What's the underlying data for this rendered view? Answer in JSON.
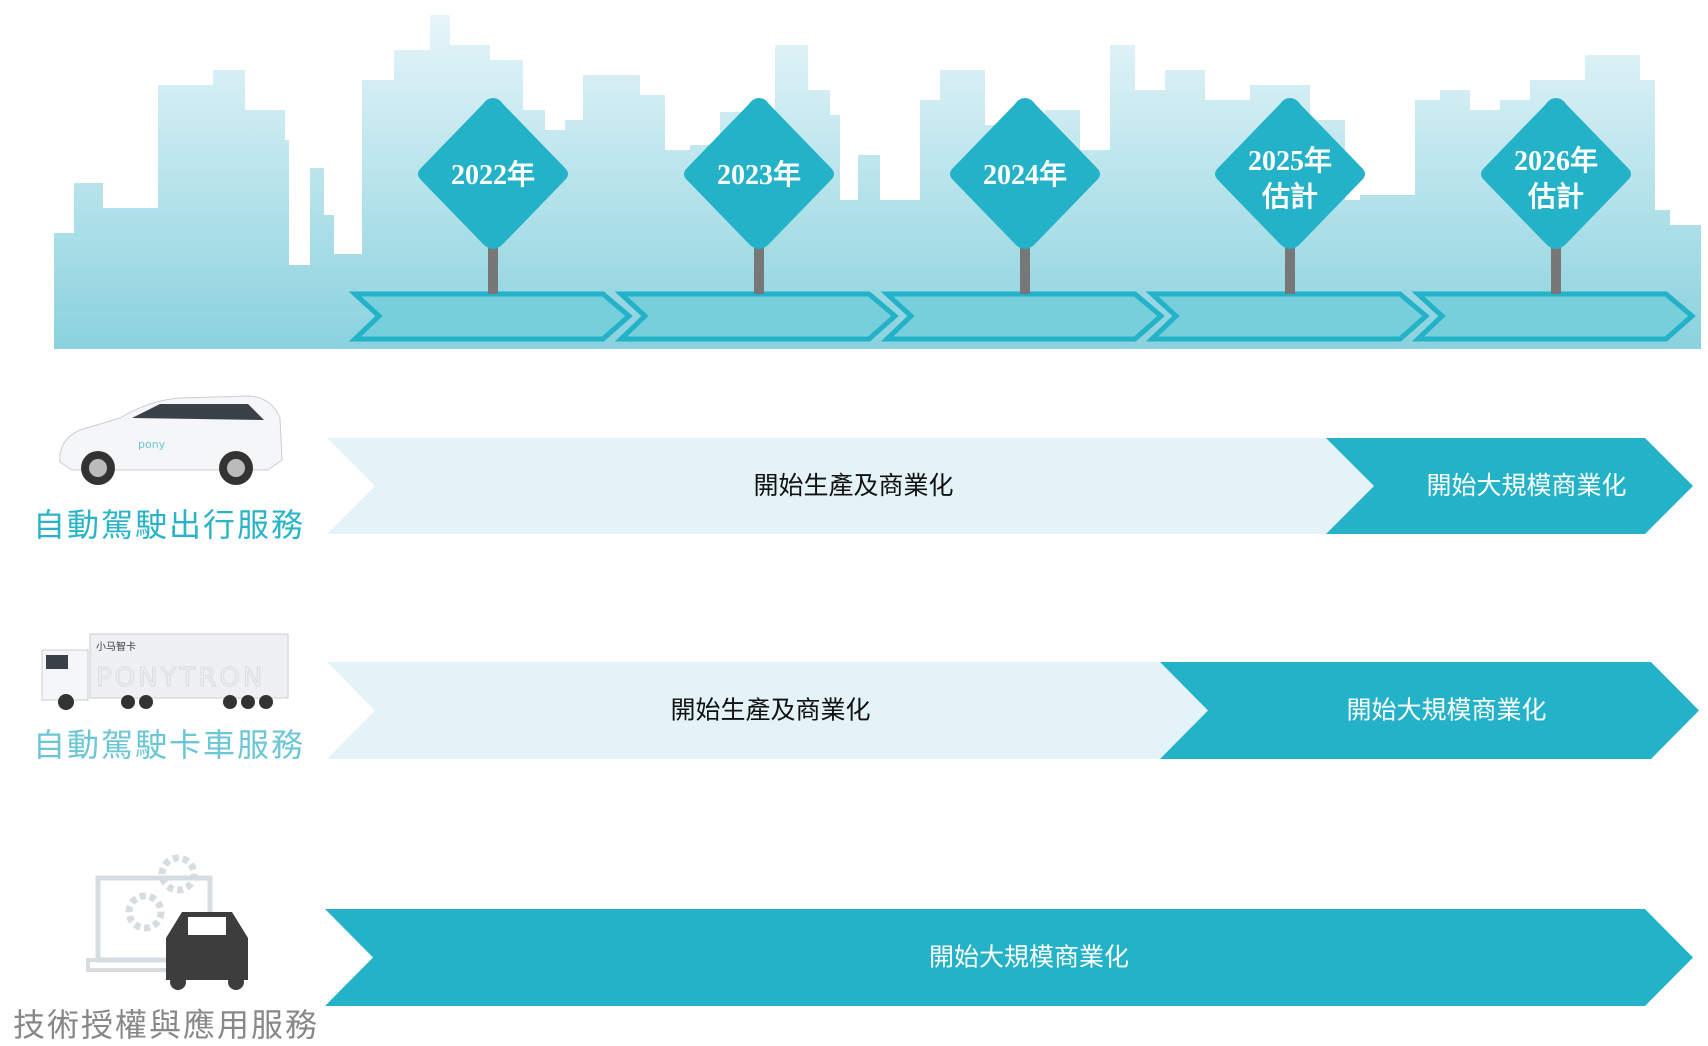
{
  "timeline": {
    "years": [
      {
        "line1": "2022年",
        "line2": ""
      },
      {
        "line1": "2023年",
        "line2": ""
      },
      {
        "line1": "2024年",
        "line2": ""
      },
      {
        "line1": "2025年",
        "line2": "估計"
      },
      {
        "line1": "2026年",
        "line2": "估計"
      }
    ]
  },
  "rows": [
    {
      "label": "自動駕駛出行服務",
      "icon": "robotaxi-van-image",
      "label_color": "#2bb3c8",
      "phases": [
        {
          "text": "開始生產及商業化",
          "style": "light"
        },
        {
          "text": "開始大規模商業化",
          "style": "dark"
        }
      ]
    },
    {
      "label": "自動駕駛卡車服務",
      "icon": "robotruck-image",
      "truck_brand": "小马智卡",
      "truck_text": "PONYTRON",
      "label_color": "#6cc6d6",
      "phases": [
        {
          "text": "開始生產及商業化",
          "style": "light"
        },
        {
          "text": "開始大規模商業化",
          "style": "dark"
        }
      ]
    },
    {
      "label": "技術授權與應用服務",
      "icon": "car-gears-laptop-icon",
      "label_color": "#888888",
      "phases": [
        {
          "text": "開始大規模商業化",
          "style": "dark"
        }
      ]
    }
  ],
  "colors": {
    "dark": "#23b2c7",
    "light": "#e3f3f8",
    "skyline_top": "#e6f5f9",
    "skyline_bottom": "#8ad2de",
    "chevron_fill": "#78cfdc",
    "pole": "#777777"
  }
}
